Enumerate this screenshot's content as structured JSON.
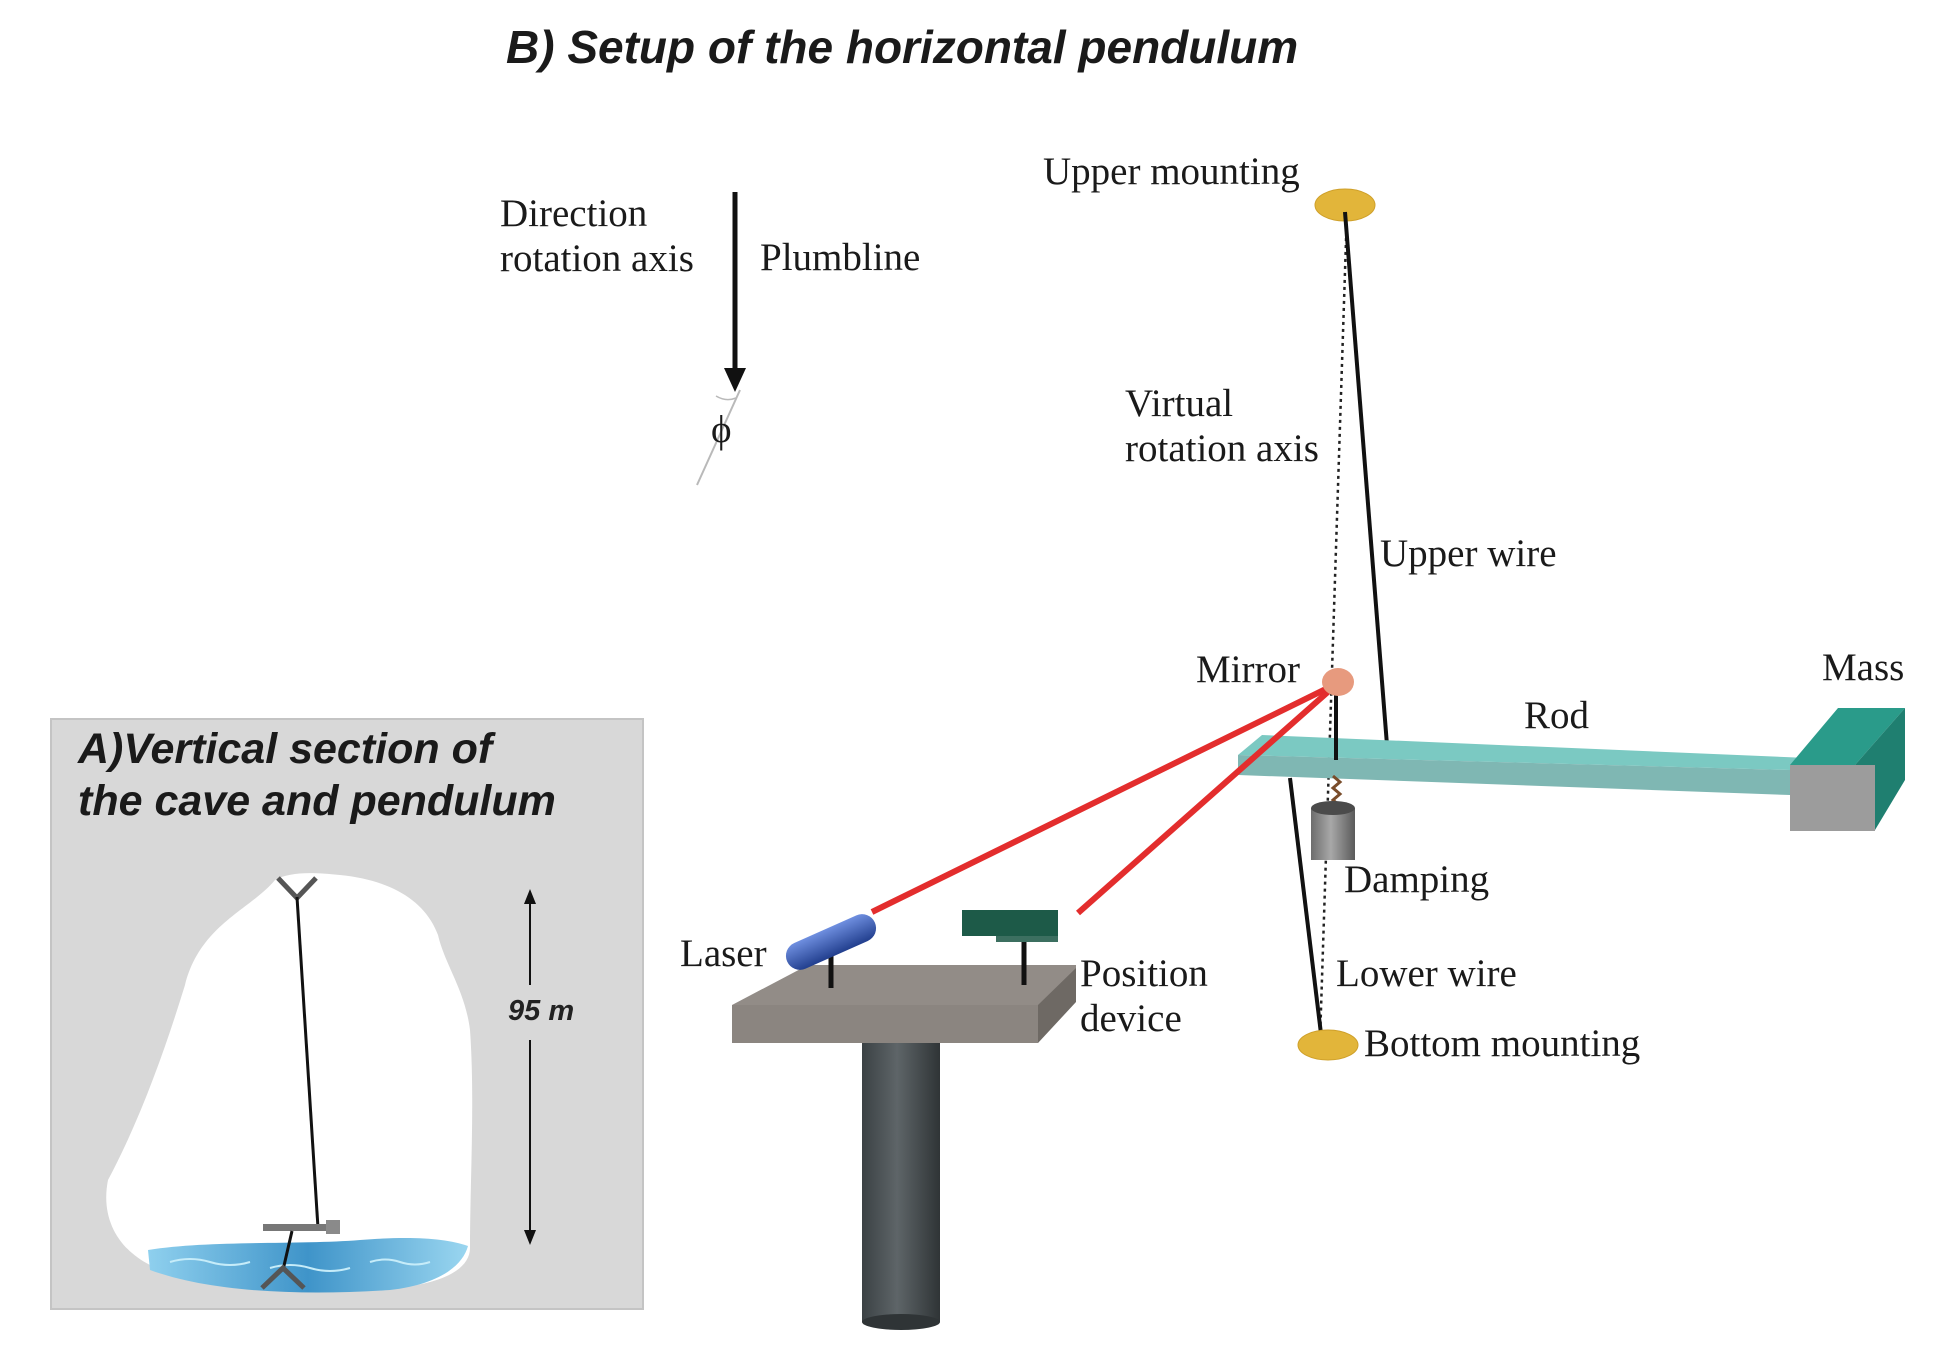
{
  "figure": {
    "title_b": "B) Setup of the horizontal pendulum",
    "title_a_line1": "A)Vertical section of",
    "title_a_line2": "the cave and pendulum",
    "cave_height": "95 m"
  },
  "labels": {
    "direction_line1": "Direction",
    "direction_line2": "rotation axis",
    "plumbline": "Plumbline",
    "phi": "ϕ",
    "upper_mounting": "Upper mounting",
    "virtual_line1": "Virtual",
    "virtual_line2": "rotation axis",
    "upper_wire": "Upper wire",
    "mirror": "Mirror",
    "mass": "Mass",
    "rod": "Rod",
    "damping": "Damping",
    "laser": "Laser",
    "position_line1": "Position",
    "position_line2": "device",
    "lower_wire": "Lower wire",
    "bottom_mounting": "Bottom mounting"
  },
  "colors": {
    "mounting": "#e2b53a",
    "rod": "#6fbcb6",
    "mass": "#2f8f82",
    "laser_beam": "#e32d2d",
    "laser": "#2f55b4",
    "position_device": "#1d5a48",
    "table": "#8b8580",
    "pillar": "#4d5356",
    "water": "#4fa3d3"
  }
}
